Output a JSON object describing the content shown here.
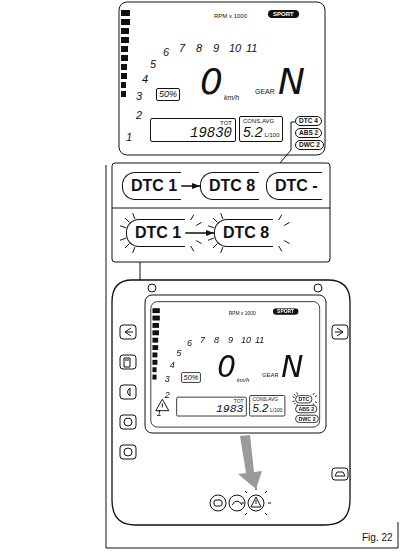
{
  "diagram": {
    "nodes": [
      {
        "text": [
          "50%"
        ]
      },
      {
        "text": [
          "TOT",
          "19830"
        ]
      },
      {
        "text": [
          "CONS.AVG",
          "5.2",
          "L/100"
        ]
      },
      {
        "text": [
          "DTC 4"
        ]
      },
      {
        "text": [
          "ABS 2"
        ]
      },
      {
        "text": [
          "DWC 2"
        ]
      },
      {
        "text": [
          "DTC 1"
        ]
      },
      {
        "text": [
          "DTC 8"
        ]
      },
      {
        "text": [
          "DTC -"
        ]
      },
      {
        "text": [
          "DTC 1"
        ]
      },
      {
        "text": [
          "DTC 8"
        ]
      },
      {
        "text": [
          "50%"
        ]
      },
      {
        "text": [
          "TOT",
          "1983"
        ]
      },
      {
        "text": [
          "CONS.AVG",
          "5.2",
          "L/100"
        ]
      },
      {
        "text": [
          "DTC"
        ]
      },
      {
        "text": [
          "ABS 2"
        ]
      },
      {
        "text": [
          "DWC 2"
        ]
      }
    ],
    "edges": [
      {
        "from": 6,
        "to": 7,
        "arrow": "to"
      },
      {
        "from": 9,
        "to": 10,
        "arrow": "to"
      }
    ],
    "labels": [
      "RPM x 1000",
      "SPORT",
      "1",
      "2",
      "3",
      "4",
      "5",
      "6",
      "7",
      "8",
      "9",
      "10",
      "11",
      "0",
      "km/h",
      "GEAR",
      "N",
      "RPM x 1000",
      "SPORT",
      "1",
      "2",
      "3",
      "4",
      "5",
      "6",
      "7",
      "8",
      "9",
      "10",
      "11",
      "0",
      "km/h",
      "GEAR",
      "N",
      "Fig. 22"
    ]
  }
}
